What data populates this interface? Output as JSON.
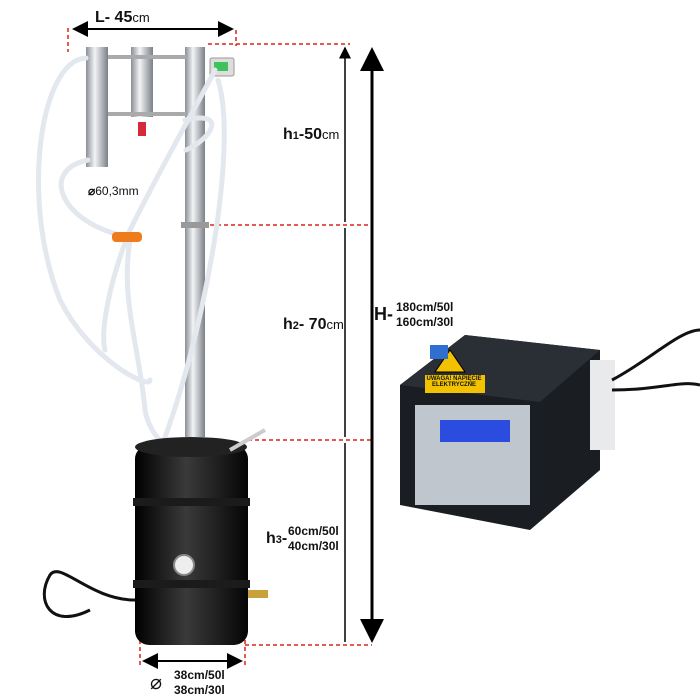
{
  "dimensions": {
    "length": {
      "prefix": "L- 45",
      "unit": "cm"
    },
    "h1": {
      "prefix": "h",
      "sub": "1",
      "value": "-50",
      "unit": "cm"
    },
    "h2": {
      "prefix": "h",
      "sub": "2",
      "value": "- 70",
      "unit": "cm"
    },
    "h3": {
      "prefix": "h",
      "sub": "3",
      "value": "-",
      "line1": "60cm/50l",
      "line2": "40cm/30l"
    },
    "total_height": {
      "prefix": "H-",
      "line1": "180cm/50l",
      "line2": "160cm/30l"
    },
    "column_diameter": "60,3mm",
    "base_diameter": {
      "line1": "38cm/50l",
      "line2": "38cm/30l"
    }
  },
  "controller": {
    "warning_label": "UWAGA! NAPIĘCIE ELEKTRYCZNE",
    "display_color": "#2a4de0"
  },
  "colors": {
    "dimension_line": "#000000",
    "guide_line": "#d9261c",
    "keg": "#111111",
    "steel": "#c9cdd2"
  }
}
